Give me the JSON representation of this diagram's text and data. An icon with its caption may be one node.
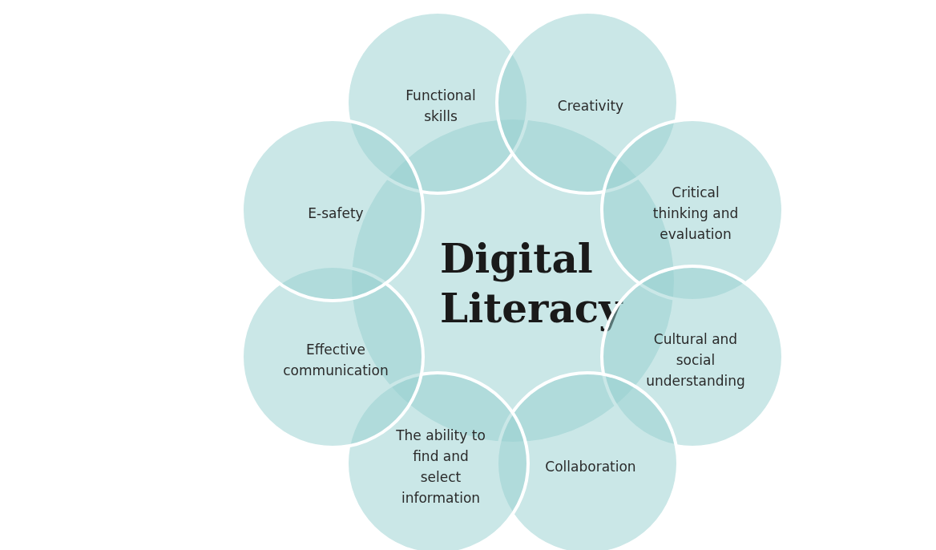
{
  "diagram": {
    "nodes": [
      {
        "text": [
          "Digital Literacy"
        ]
      },
      {
        "text": [
          "Functional skills"
        ]
      },
      {
        "text": [
          "Creativity"
        ]
      },
      {
        "text": [
          "Critical thinking and evaluation"
        ]
      },
      {
        "text": [
          "Cultural and social understanding"
        ]
      },
      {
        "text": [
          "Collaboration"
        ]
      },
      {
        "text": [
          "The ability to find and select information"
        ]
      },
      {
        "text": [
          "Effective communication"
        ]
      },
      {
        "text": [
          "E-safety"
        ]
      }
    ]
  }
}
